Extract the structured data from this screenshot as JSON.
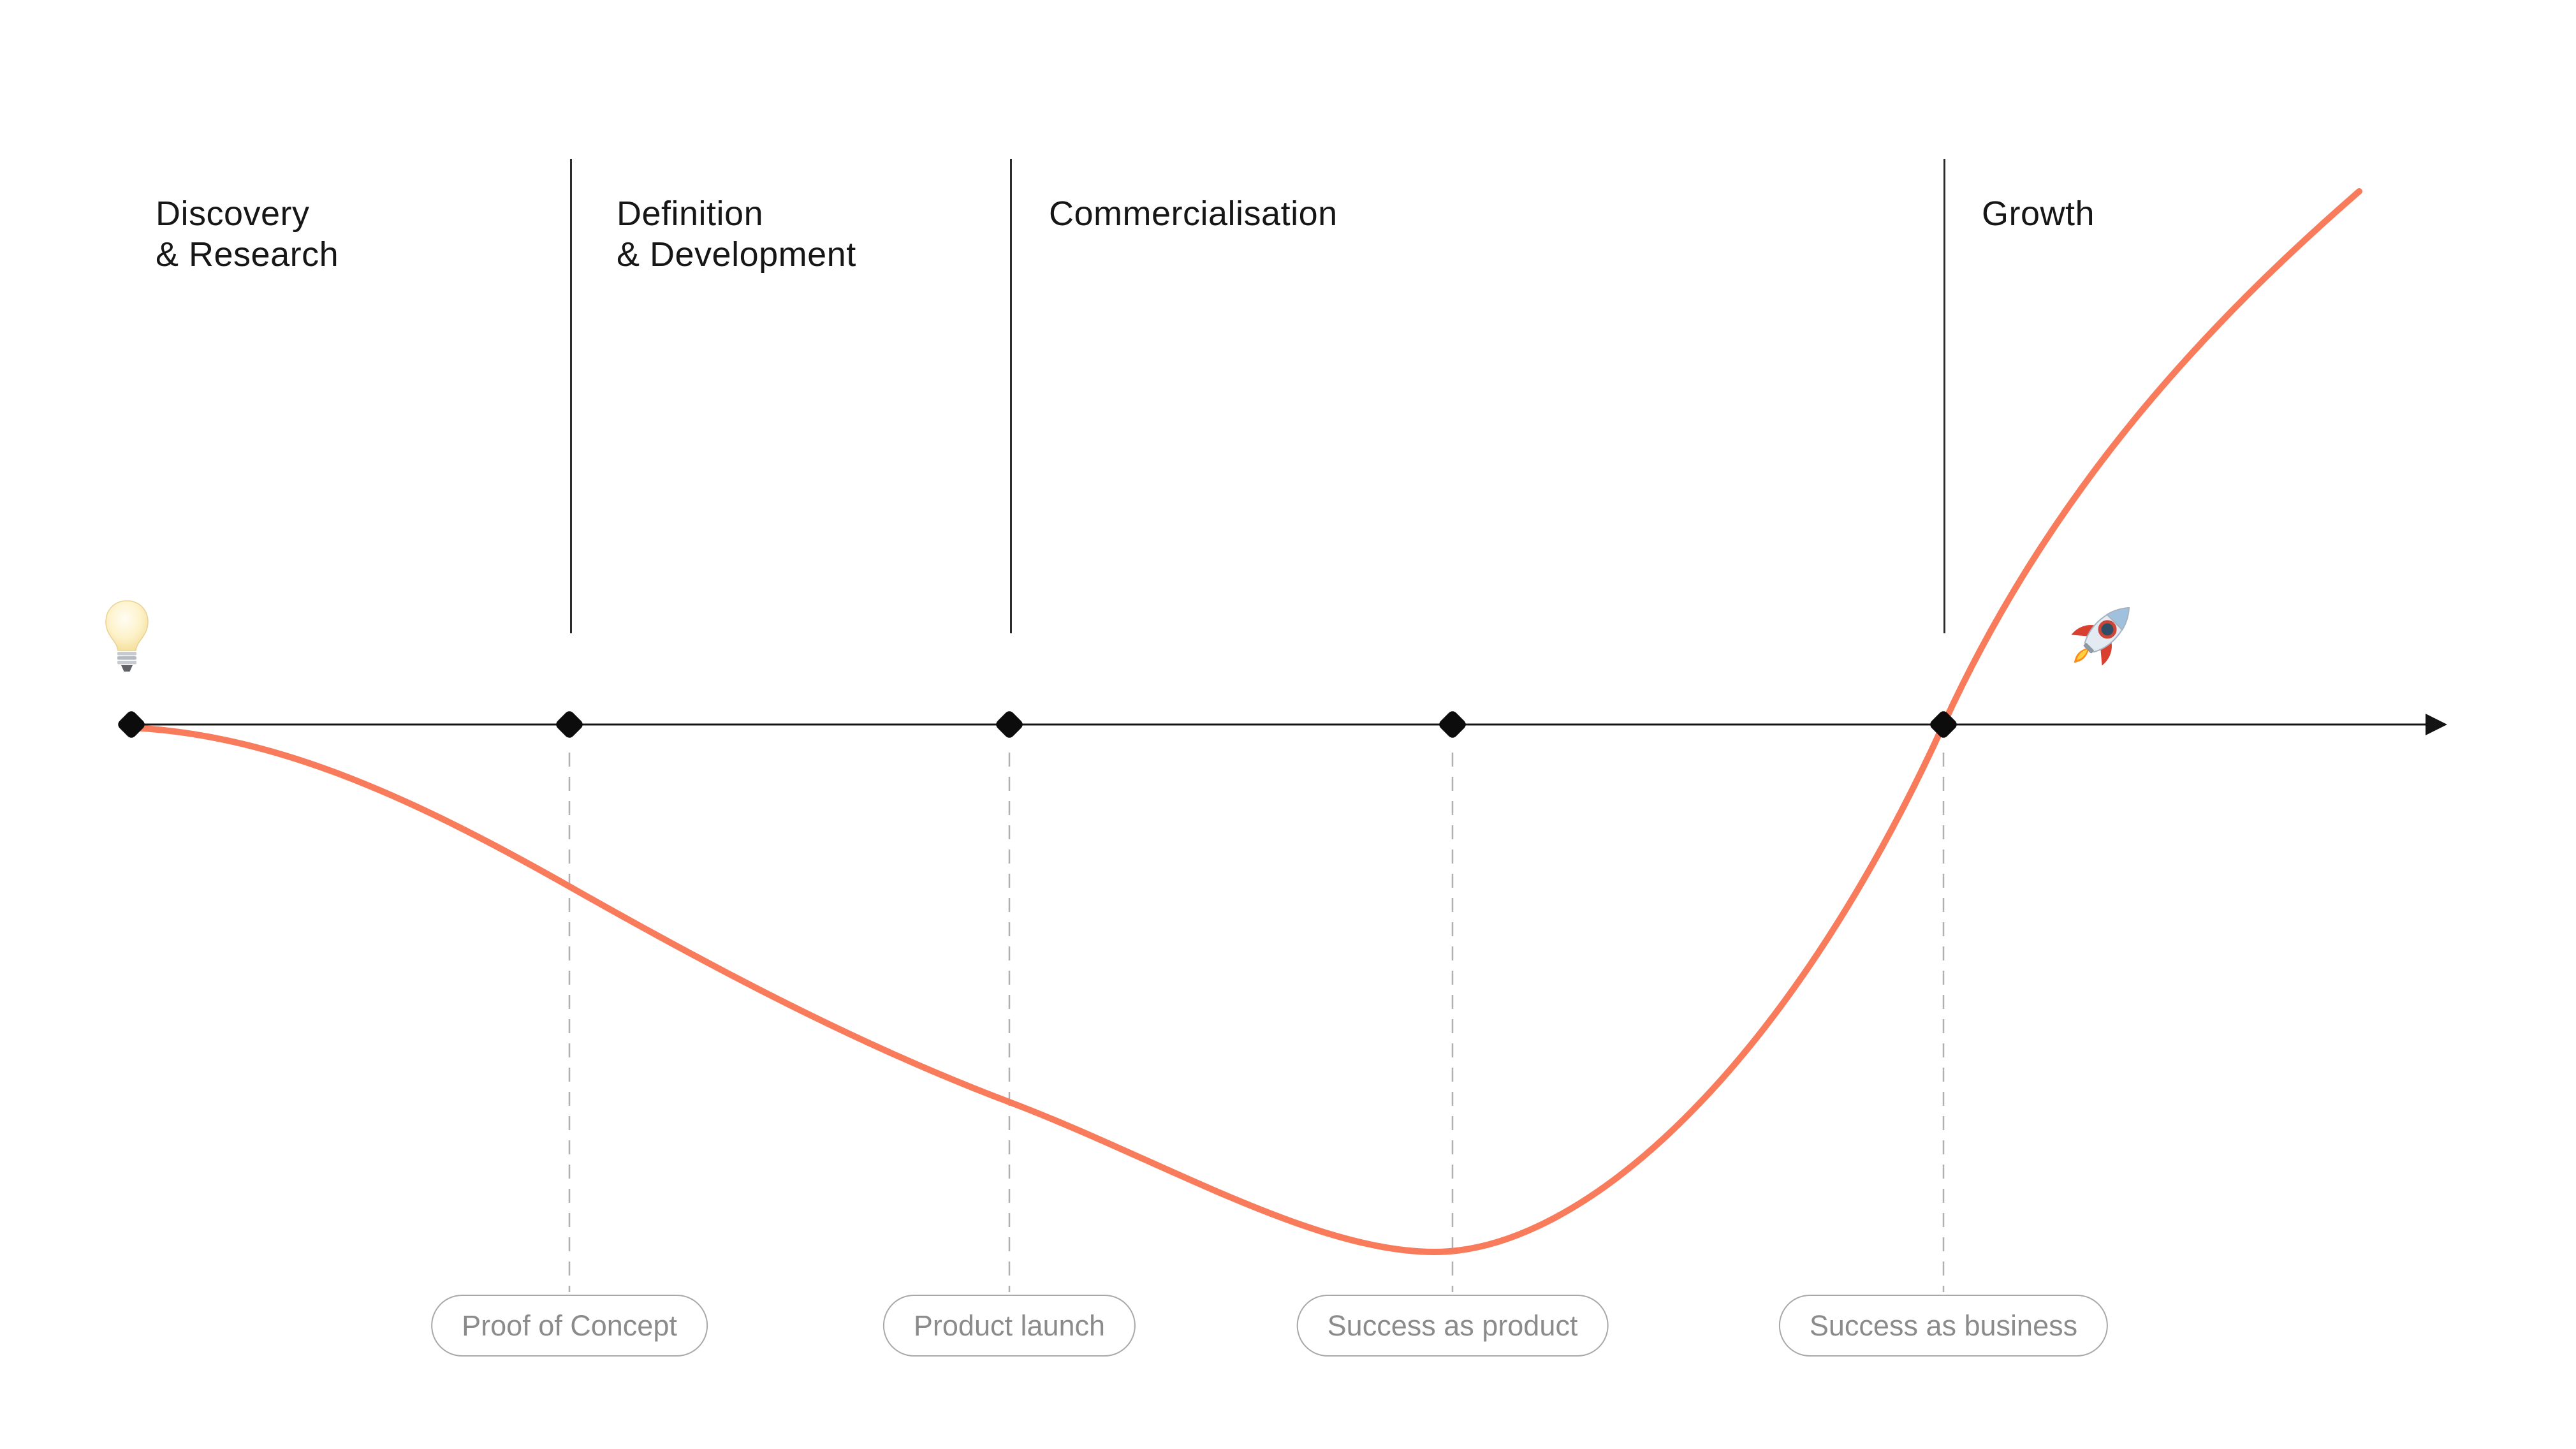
{
  "diagram": {
    "phases": [
      {
        "label": "Discovery\n& Research"
      },
      {
        "label": "Definition\n& Development"
      },
      {
        "label": "Commercialisation"
      },
      {
        "label": "Growth"
      }
    ],
    "milestones": [
      {
        "label": "Proof of Concept"
      },
      {
        "label": "Product launch"
      },
      {
        "label": "Success as product"
      },
      {
        "label": "Success as business"
      }
    ],
    "icons": {
      "start": "lightbulb-icon",
      "growth": "rocket-icon"
    },
    "colors": {
      "curve": "#F87C5C",
      "axis": "#141414",
      "diamond": "#0c0c0c",
      "separator": "#2c2c2c",
      "dashed_line": "#b0b0b0",
      "pill_border": "#a8a8a8",
      "pill_text": "#8b8b8b",
      "label_text": "#161616"
    }
  }
}
